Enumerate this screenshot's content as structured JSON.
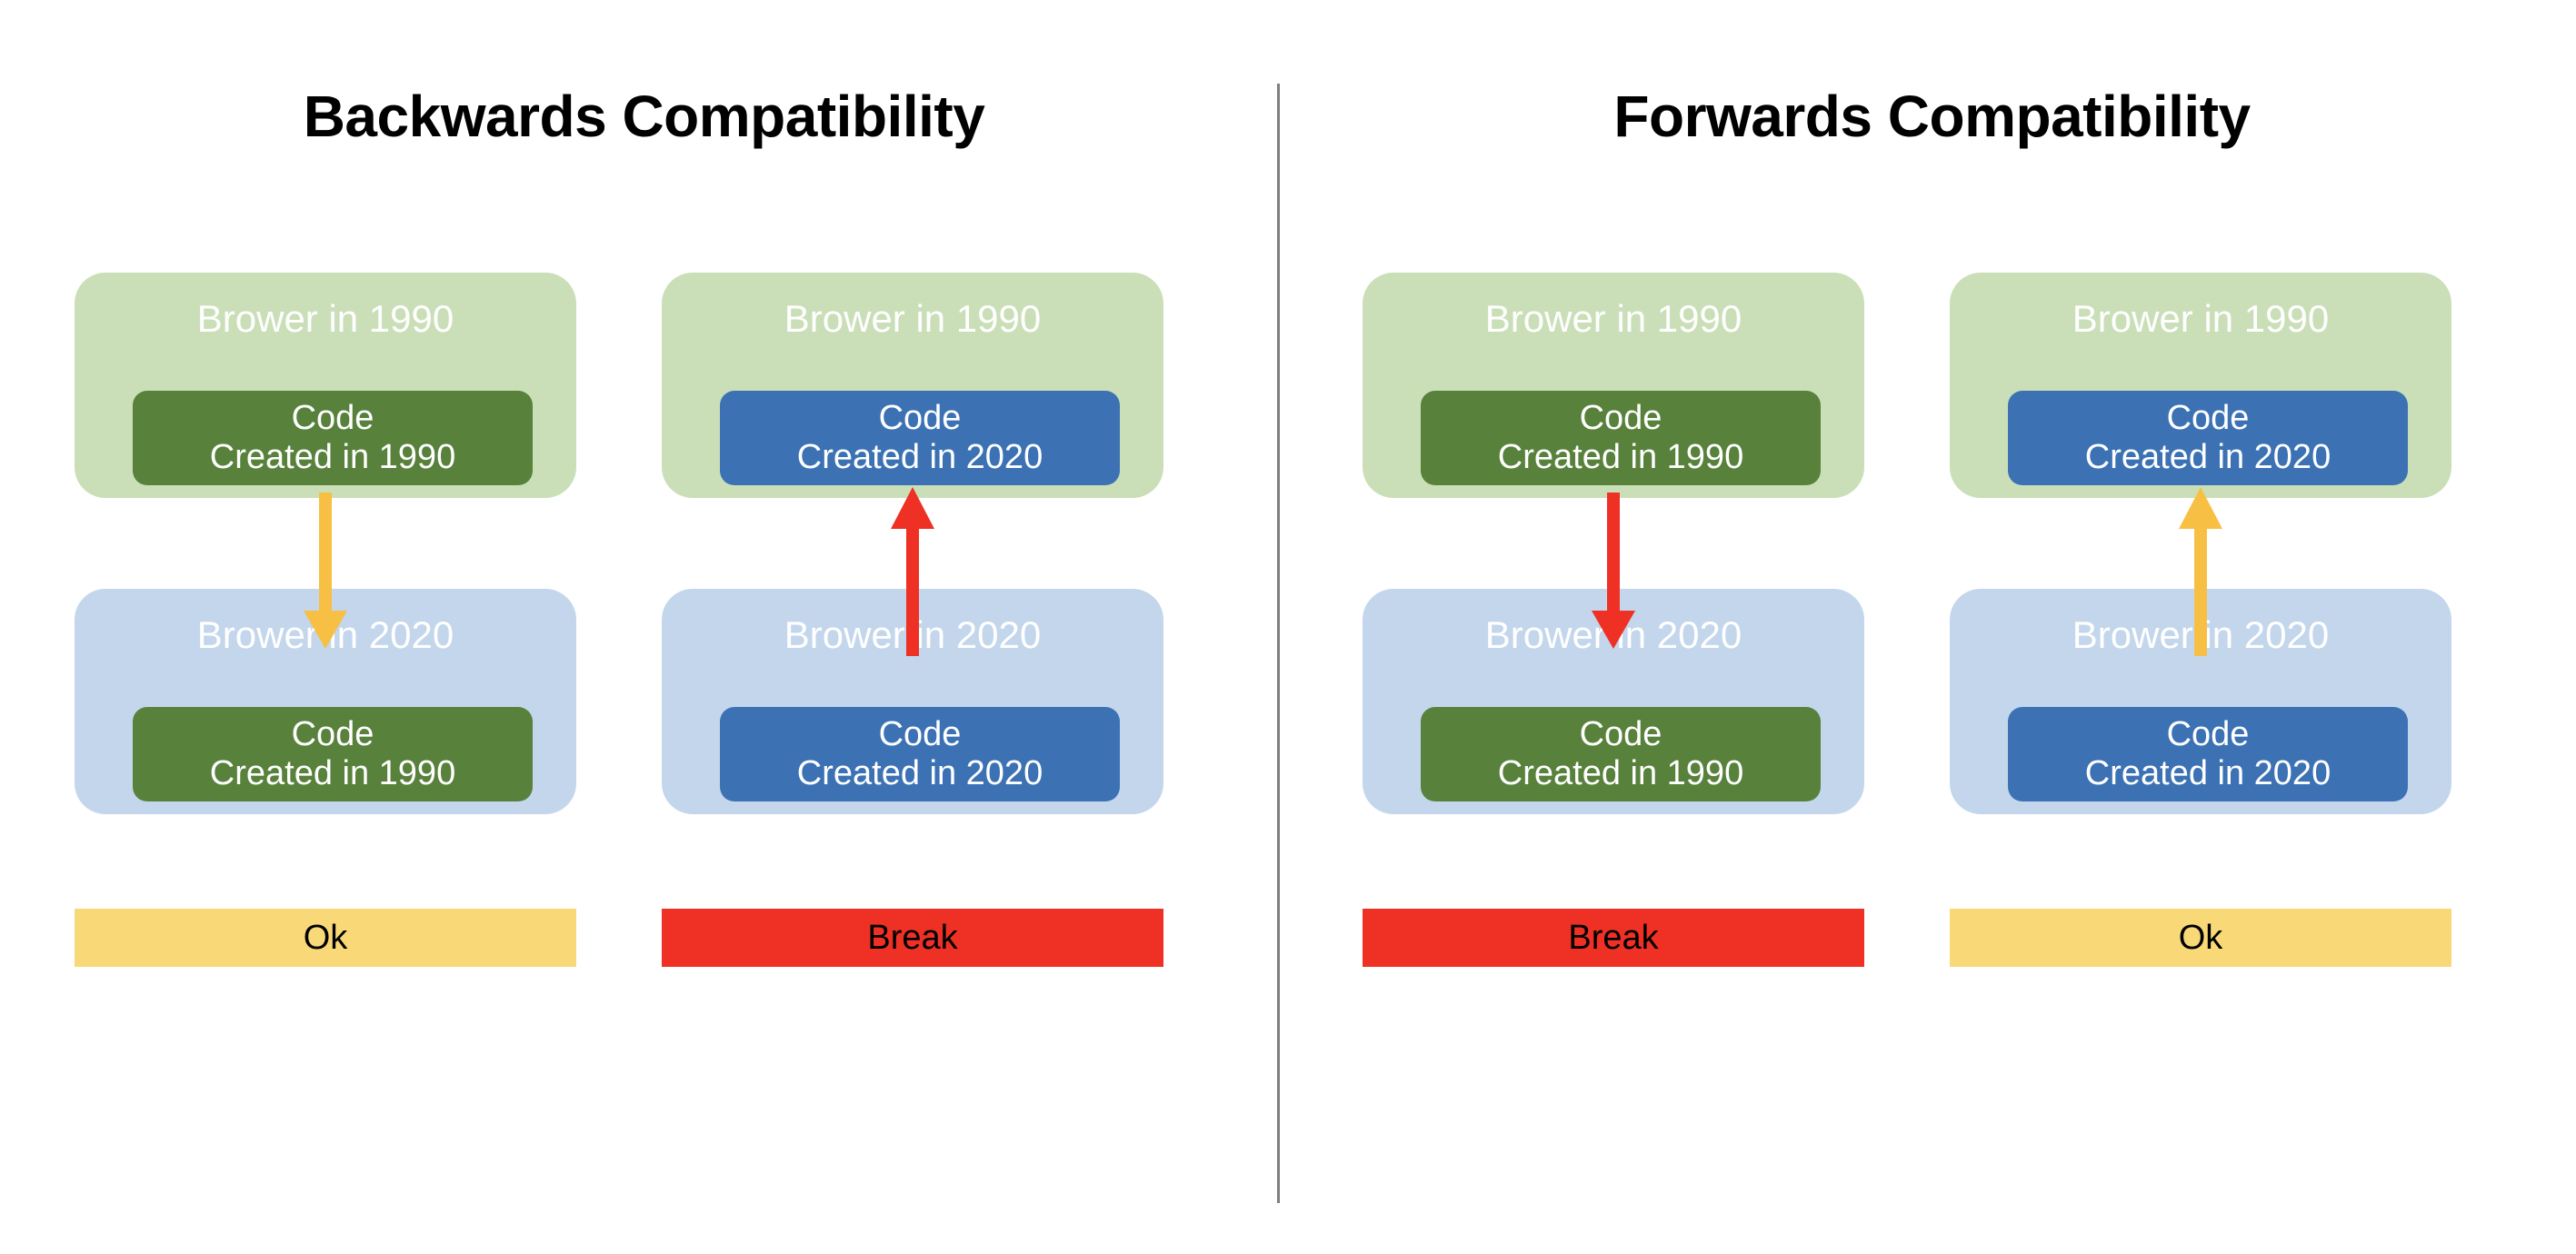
{
  "diagram": {
    "title_left": "Backwards Compatibility",
    "title_right": "Forwards Compatibility",
    "divider_color": "#7F7F83",
    "palette": {
      "browser_1990_bg": "#CADFB8",
      "browser_2020_bg": "#C3D6EC",
      "code_1990_bg": "#58813C",
      "code_2020_bg": "#3C72B4",
      "status_ok_bg": "#F9D878",
      "status_break_bg": "#EE3124",
      "arrow_ok": "#F7C044",
      "arrow_break": "#EE3124",
      "label_text": "#FFFFFF",
      "title_text": "#000000"
    }
  },
  "panels": [
    {
      "id": "backwards-col-1",
      "top_browser_label": "Brower in 1990",
      "top_code_line1": "Code",
      "top_code_line2": "Created in 1990",
      "top_code_era": "1990",
      "arrow_direction": "down",
      "arrow_color": "#F7C044",
      "arrow_semantic": "ok",
      "bottom_browser_label": "Brower in 2020",
      "bottom_code_line1": "Code",
      "bottom_code_line2": "Created in 1990",
      "bottom_code_era": "1990",
      "status_label": "Ok",
      "status_kind": "ok"
    },
    {
      "id": "backwards-col-2",
      "top_browser_label": "Brower in 1990",
      "top_code_line1": "Code",
      "top_code_line2": "Created in 2020",
      "top_code_era": "2020",
      "arrow_direction": "up",
      "arrow_color": "#EE3124",
      "arrow_semantic": "break",
      "bottom_browser_label": "Brower in 2020",
      "bottom_code_line1": "Code",
      "bottom_code_line2": "Created in 2020",
      "bottom_code_era": "2020",
      "status_label": "Break",
      "status_kind": "break"
    },
    {
      "id": "forwards-col-1",
      "top_browser_label": "Brower in 1990",
      "top_code_line1": "Code",
      "top_code_line2": "Created in 1990",
      "top_code_era": "1990",
      "arrow_direction": "down",
      "arrow_color": "#EE3124",
      "arrow_semantic": "break",
      "bottom_browser_label": "Brower in 2020",
      "bottom_code_line1": "Code",
      "bottom_code_line2": "Created in 1990",
      "bottom_code_era": "1990",
      "status_label": "Break",
      "status_kind": "break"
    },
    {
      "id": "forwards-col-2",
      "top_browser_label": "Brower in 1990",
      "top_code_line1": "Code",
      "top_code_line2": "Created in 2020",
      "top_code_era": "2020",
      "arrow_direction": "up",
      "arrow_color": "#F7C044",
      "arrow_semantic": "ok",
      "bottom_browser_label": "Brower in 2020",
      "bottom_code_line1": "Code",
      "bottom_code_line2": "Created in 2020",
      "bottom_code_era": "2020",
      "status_label": "Ok",
      "status_kind": "ok"
    }
  ]
}
